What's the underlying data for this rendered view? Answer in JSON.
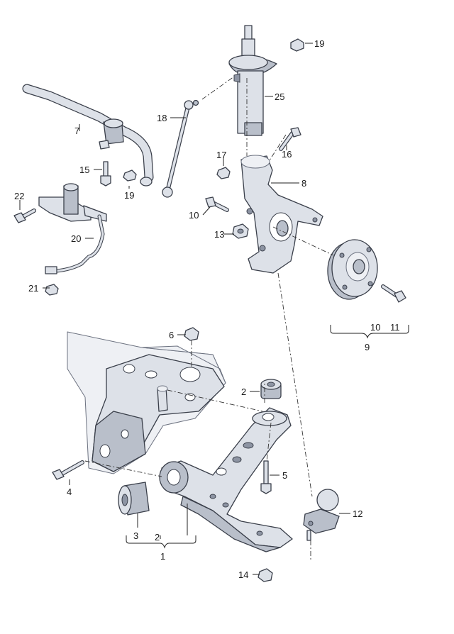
{
  "callouts": {
    "c1": "1",
    "c2a": "2",
    "c2b": "2",
    "c3": "3",
    "c4": "4",
    "c5": "5",
    "c6": "6",
    "c7": "7",
    "c8": "8",
    "c9": "9",
    "c10a": "10",
    "c10b": "10",
    "c11": "11",
    "c12": "12",
    "c13": "13",
    "c14": "14",
    "c15": "15",
    "c16": "16",
    "c17": "17",
    "c18": "18",
    "c19a": "19",
    "c19b": "19",
    "c20": "20",
    "c21": "21",
    "c22": "22",
    "c25": "25"
  },
  "colors": {
    "part_fill": "#dde1e8",
    "part_outline": "#3a3f4a",
    "leader_line": "#222222"
  }
}
